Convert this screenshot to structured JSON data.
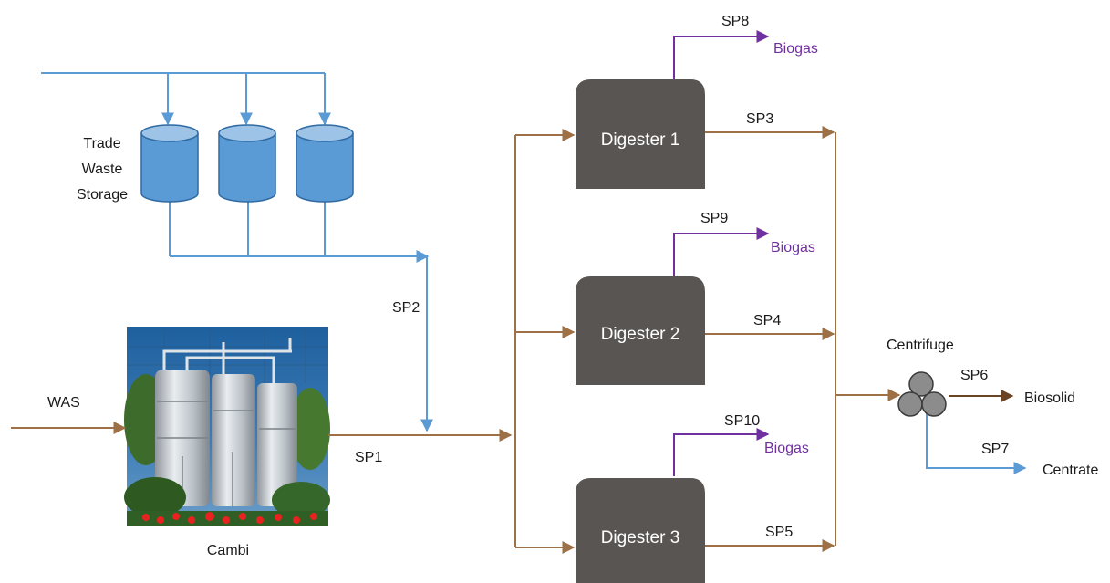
{
  "storage": {
    "label_lines": [
      "Trade",
      "Waste",
      "Storage"
    ]
  },
  "digesters": [
    {
      "label": "Digester 1",
      "biogas_stream": "SP8",
      "outlet_stream": "SP3"
    },
    {
      "label": "Digester 2",
      "biogas_stream": "SP9",
      "outlet_stream": "SP4"
    },
    {
      "label": "Digester 3",
      "biogas_stream": "SP10",
      "outlet_stream": "SP5"
    }
  ],
  "biogas_label": "Biogas",
  "streams": {
    "was": "WAS",
    "sp1": "SP1",
    "sp2": "SP2",
    "sp6": "SP6",
    "sp7": "SP7"
  },
  "cambi": {
    "label": "Cambi",
    "image": "plant-photo"
  },
  "centrifuge": {
    "label": "Centrifuge"
  },
  "outputs": {
    "biosolid": "Biosolid",
    "centrate": "Centrate"
  },
  "colors": {
    "sludge": "#9e7045",
    "trade_waste": "#5b9bd5",
    "biogas": "#7030a0",
    "digester": "#595552",
    "tank": "#5b9bd5",
    "centrifuge": "#8c8c8c"
  }
}
